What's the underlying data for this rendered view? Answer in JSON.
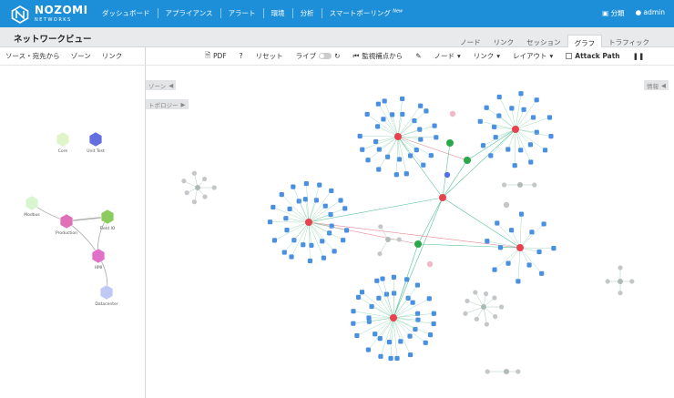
{
  "brand": {
    "name": "NOZOMI",
    "sub": "NETWORKS"
  },
  "nav": [
    "ダッシュボード",
    "アプライアンス",
    "アラート",
    "環境",
    "分析",
    "スマートポーリング"
  ],
  "nav_badge": "New",
  "user": {
    "help": "分類",
    "name": "admin"
  },
  "page_title": "ネットワークビュー",
  "tabs": [
    "ノード",
    "リンク",
    "セッション",
    "グラフ",
    "トラフィック"
  ],
  "active_tab": "グラフ",
  "left_toolbar": {
    "mode": "ソース・宛先から",
    "zones": "ゾーン",
    "links": "リンク"
  },
  "toolbar": {
    "pdf": "PDF",
    "help": "?",
    "reset": "リセット",
    "live": "ライブ",
    "subnet": "監視補点から",
    "nodes": "ノード",
    "links": "リンク",
    "layout": "レイアウト",
    "attack_path": "Attack Path"
  },
  "panels": {
    "zone": "ゾーン",
    "topology": "トポロジー",
    "info": "情報"
  },
  "zone_graph": {
    "nodes": [
      {
        "label": "Core"
      },
      {
        "label": "Unit Test"
      },
      {
        "label": "Modbus"
      },
      {
        "label": "Production"
      },
      {
        "label": "Field IO"
      },
      {
        "label": "HMI"
      },
      {
        "label": "Datacenter"
      }
    ]
  },
  "colors": {
    "accent": "#1d8fd8",
    "node_blue": "#4a90e2",
    "hub_red": "#e8424f",
    "hub_green": "#2aa84a",
    "edge_green": "#2db47d",
    "edge_red": "#e36a78"
  }
}
